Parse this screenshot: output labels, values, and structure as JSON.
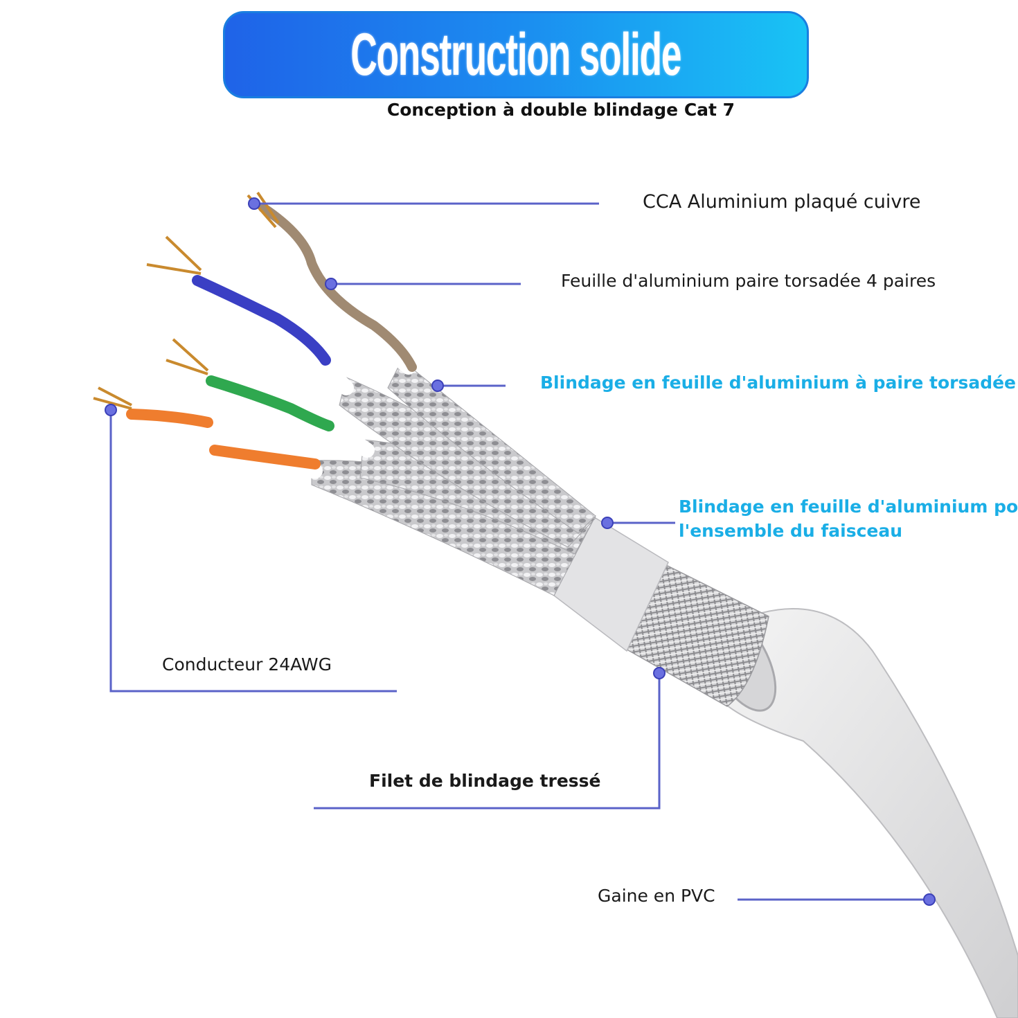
{
  "header": {
    "title": "Construction solide",
    "subtitle": "Conception à double blindage Cat 7"
  },
  "labels": {
    "cca": "CCA Aluminium plaqué cuivre",
    "foil_pairs": "Feuille d'aluminium paire torsadée 4 paires",
    "pair_shield": "Blindage en feuille d'aluminium à paire torsadée",
    "bundle_shield_line1": "Blindage en feuille d'aluminium pour",
    "bundle_shield_line2": "l'ensemble du faisceau",
    "conductor": "Conducteur 24AWG",
    "braid": "Filet de blindage tressé",
    "jacket": "Gaine en PVC"
  },
  "colors": {
    "banner_left": "#1f63e8",
    "banner_right": "#19c3f5",
    "leader_line": "#5a62c8",
    "highlight_text": "#1aaee6",
    "pair_blue": "#3a3fc4",
    "pair_green": "#2fa84f",
    "pair_orange": "#ef7d2e",
    "pair_brown": "#a08a72"
  }
}
